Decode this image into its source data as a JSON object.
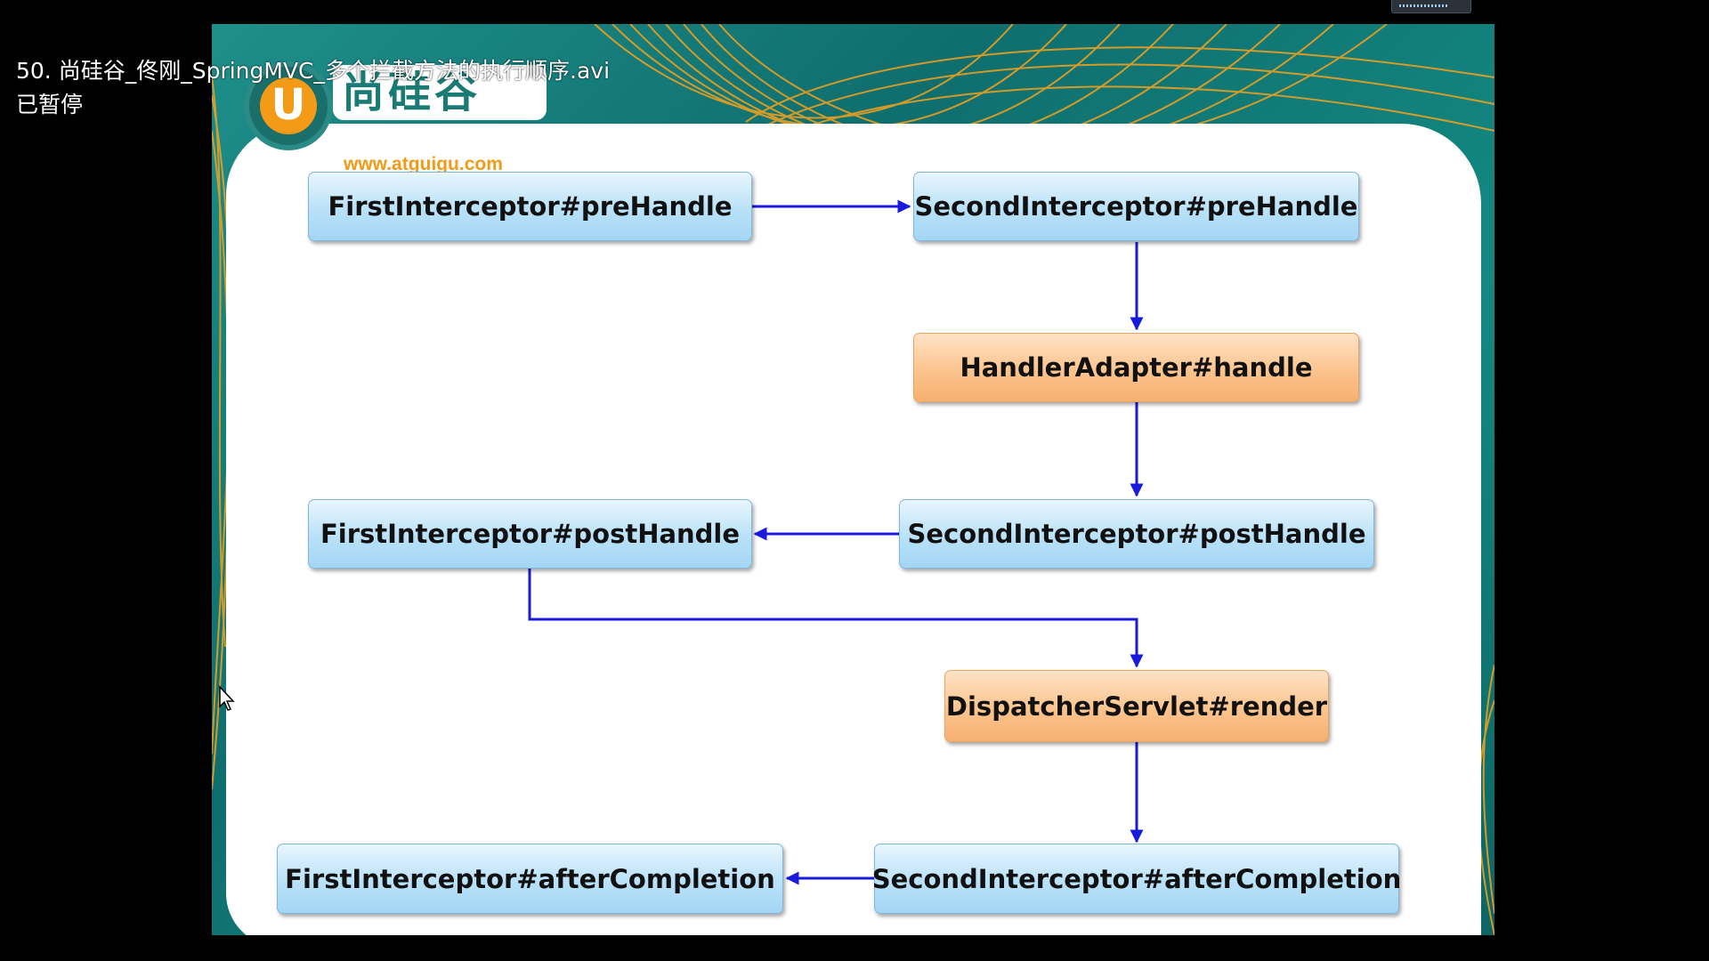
{
  "player": {
    "file_title": "50. 尚硅谷_佟刚_SpringMVC_多个拦截方法的执行顺序.avi",
    "status": "已暂停"
  },
  "logo": {
    "mark": "U",
    "brand": "尚硅谷",
    "url": "www.atguigu.com"
  },
  "nodes": {
    "first_prehandle": "FirstInterceptor#preHandle",
    "second_prehandle": "SecondInterceptor#preHandle",
    "handler_adapter": "HandlerAdapter#handle",
    "second_posthandle": "SecondInterceptor#postHandle",
    "first_posthandle": "FirstInterceptor#postHandle",
    "dispatcher_render": "DispatcherServlet#render",
    "second_aftercompletion": "SecondInterceptor#afterCompletion",
    "first_aftercompletion": "FirstInterceptor#afterCompletion"
  },
  "colors": {
    "arrow": "#1a1adc",
    "node_blue": "#b9e1f8",
    "node_orange": "#fbc48e",
    "slide_teal": "#138982",
    "deco_orange": "#f5a21c"
  }
}
